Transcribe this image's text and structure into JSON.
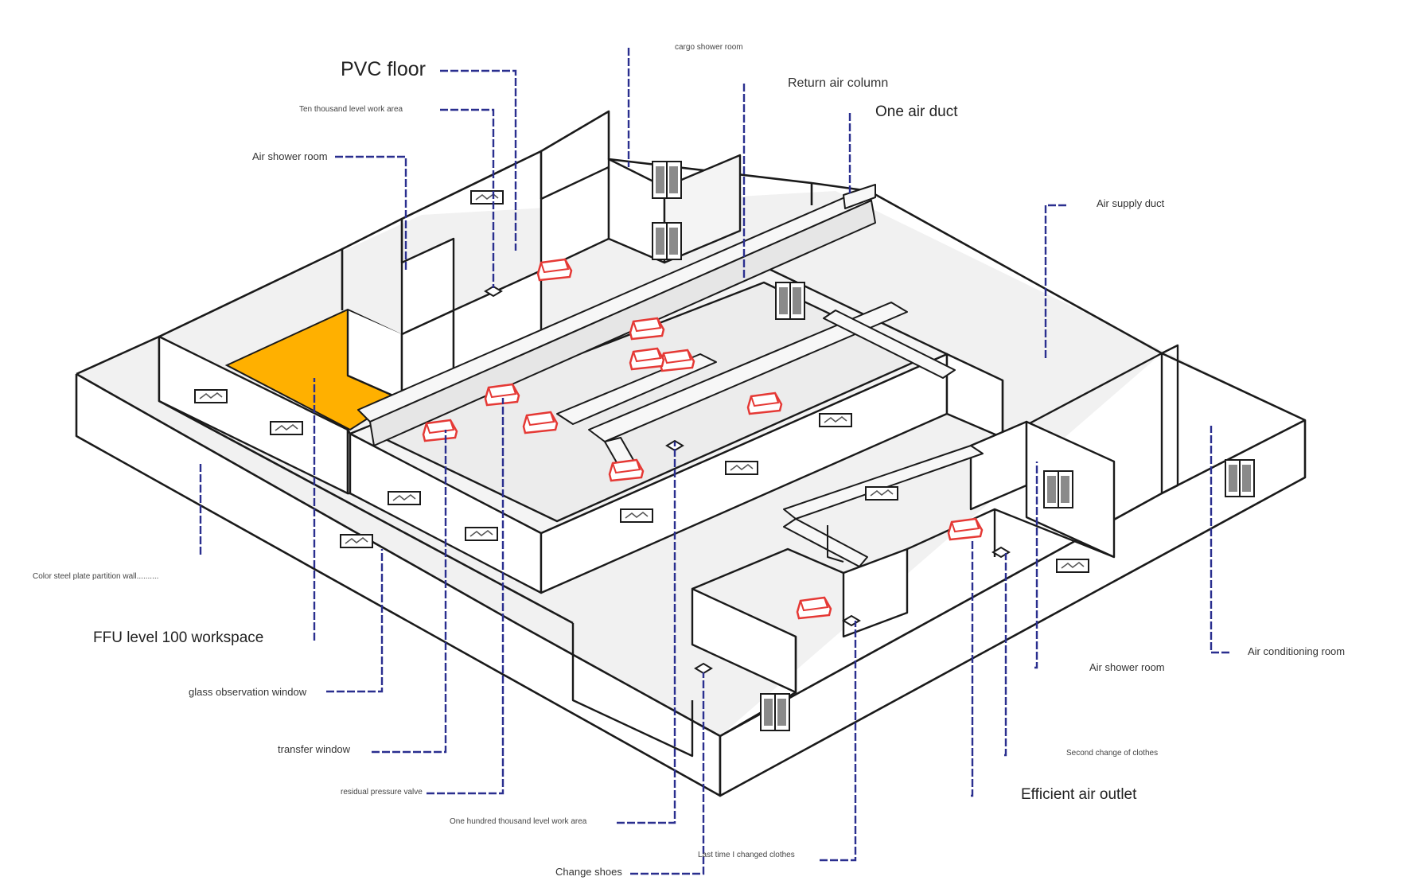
{
  "labels": {
    "pvc_floor": "PVC floor",
    "cargo_shower_room": "cargo shower room",
    "return_air_column": "Return air column",
    "one_air_duct": "One air duct",
    "ten_thousand_area": "Ten thousand level work area",
    "air_shower_room_left": "Air shower room",
    "air_supply_duct": "Air supply duct",
    "color_steel_wall": "Color steel plate partition wall..........",
    "ffu_workspace": "FFU level 100 workspace",
    "glass_window": "glass observation window",
    "transfer_window": "transfer window",
    "residual_valve": "residual pressure valve",
    "hundred_thousand_area": "One hundred thousand level work area",
    "change_shoes": "Change shoes",
    "last_changed_clothes": "Last time I changed clothes",
    "efficient_air_outlet": "Efficient air outlet",
    "second_change": "Second change of clothes",
    "air_shower_room_right": "Air shower room",
    "air_conditioning_room": "Air conditioning room"
  },
  "colors": {
    "wall_line": "#1a1a1a",
    "wall_fill": "#ffffff",
    "floor_fill": "#e9e9e9",
    "ffu_highlight": "#ffb000",
    "leader_line": "#2a2f8f",
    "air_outlet": "#e53935"
  },
  "icons": {
    "air_outlet": "air-outlet-icon",
    "door": "double-door-icon",
    "window": "window-icon",
    "vent": "floor-vent-icon"
  }
}
